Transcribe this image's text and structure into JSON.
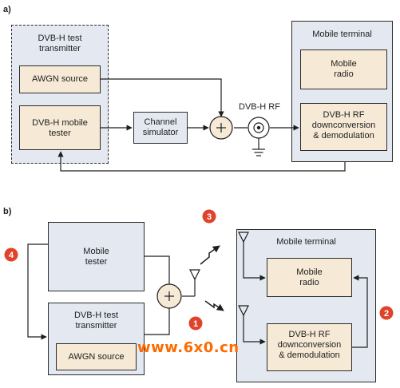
{
  "part_a": {
    "label": "a)",
    "transmitter_title": "DVB-H test\ntransmitter",
    "awgn_source": "AWGN source",
    "mobile_tester": "DVB-H mobile\ntester",
    "channel_simulator": "Channel\nsimulator",
    "dvbh_rf": "DVB-H RF",
    "terminal_title": "Mobile terminal",
    "mobile_radio": "Mobile\nradio",
    "downconversion": "DVB-H RF\ndownconversion\n& demodulation"
  },
  "part_b": {
    "label": "b)",
    "mobile_tester": "Mobile\ntester",
    "transmitter_title": "DVB-H test\ntransmitter",
    "awgn_source": "AWGN source",
    "terminal_title": "Mobile terminal",
    "mobile_radio": "Mobile\nradio",
    "downconversion": "DVB-H RF\ndownconversion\n& demodulation",
    "badges": [
      "1",
      "2",
      "3",
      "4"
    ]
  },
  "watermark": "www.6x0.cn",
  "colors": {
    "panel": "#e4e9f1",
    "inner": "#f6ead6",
    "badge": "#e0432b",
    "watermark": "#ff6a00"
  }
}
